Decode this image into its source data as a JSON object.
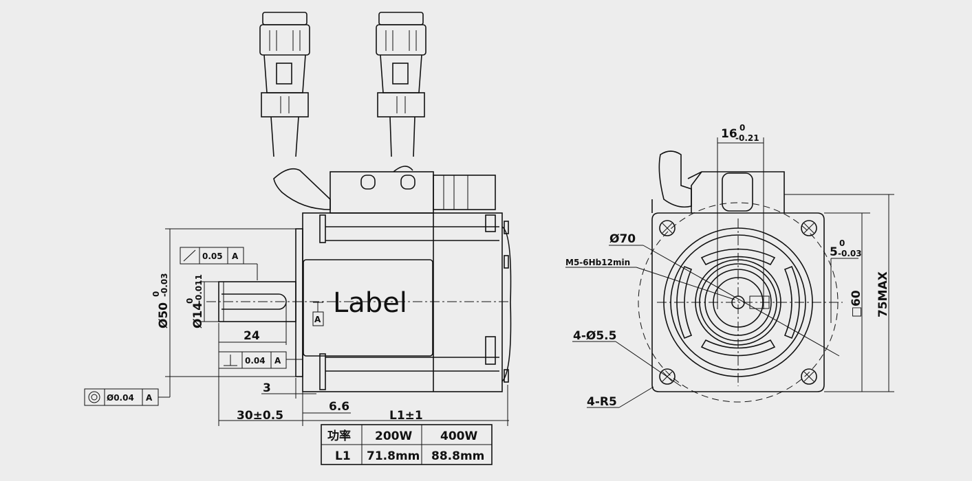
{
  "side_view": {
    "label": "Label",
    "datum": "A",
    "runout_tol": {
      "value": "0.05",
      "datum": "A"
    },
    "perp_tol": {
      "value": "0.04",
      "datum": "A"
    },
    "conc_tol": {
      "value": "Ø0.04",
      "datum": "A"
    },
    "dim_pilot": "Ø50",
    "dim_pilot_tol_upper": "0",
    "dim_pilot_tol_lower": "-0.03",
    "dim_shaft": "Ø14",
    "dim_shaft_tol_upper": "0",
    "dim_shaft_tol_lower": "-0.011",
    "dim_key": "24",
    "dim_3": "3",
    "dim_6_6": "6.6",
    "dim_30": "30±0.5",
    "dim_L1": "L1±1"
  },
  "table": {
    "headers": [
      "功率",
      "200W",
      "400W"
    ],
    "rows": [
      [
        "L1",
        "71.8mm",
        "88.8mm"
      ]
    ]
  },
  "front_view": {
    "dim_16": "16",
    "dim_16_upper": "0",
    "dim_16_lower": "-0.21",
    "dim_5": "5",
    "dim_5_upper": "0",
    "dim_5_lower": "-0.03",
    "dim_d70": "Ø70",
    "dim_thread": "M5-6Hb12min",
    "dim_holes": "4-Ø5.5",
    "dim_radius": "4-R5",
    "dim_square": "□60",
    "dim_height": "75MAX"
  }
}
